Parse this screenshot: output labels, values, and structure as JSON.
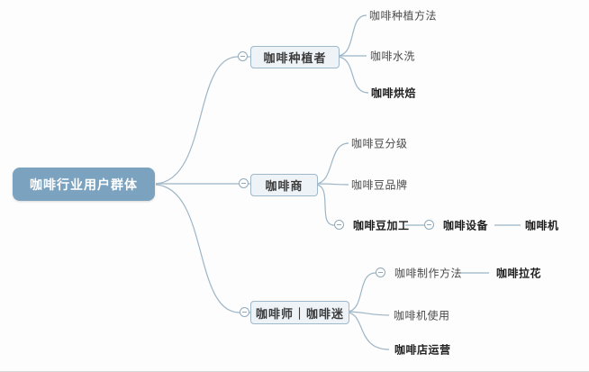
{
  "root": {
    "label": "咖啡行业用户群体"
  },
  "branches": [
    {
      "label": "咖啡种植者",
      "children": [
        {
          "label": "咖啡种植方法",
          "emphasis": false
        },
        {
          "label": "咖啡水洗",
          "emphasis": false
        },
        {
          "label": "咖啡烘焙",
          "emphasis": true
        }
      ]
    },
    {
      "label": "咖啡商",
      "children": [
        {
          "label": "咖啡豆分级",
          "emphasis": false
        },
        {
          "label": "咖啡豆品牌",
          "emphasis": false
        },
        {
          "label": "咖啡豆加工",
          "emphasis": true,
          "chain": [
            {
              "label": "咖啡设备",
              "emphasis": true
            },
            {
              "label": "咖啡机",
              "emphasis": true
            }
          ]
        }
      ]
    },
    {
      "label": "咖啡师｜咖啡迷",
      "children": [
        {
          "label": "咖啡制作方法",
          "emphasis": false,
          "chain": [
            {
              "label": "咖啡拉花",
              "emphasis": true
            }
          ]
        },
        {
          "label": "咖啡机使用",
          "emphasis": false
        },
        {
          "label": "咖啡店运营",
          "emphasis": true
        }
      ]
    }
  ],
  "colors": {
    "background": "#fdfdfd",
    "root_fill": "#7ba2bf",
    "root_text": "#ffffff",
    "branch_fill": "#eef3f7",
    "branch_border": "#9fb8ca",
    "branch_text": "#3c3c3c",
    "leaf_text": "#4a4a4a",
    "leaf_text_bold": "#1f1f1f",
    "connector": "#9db5c6"
  }
}
